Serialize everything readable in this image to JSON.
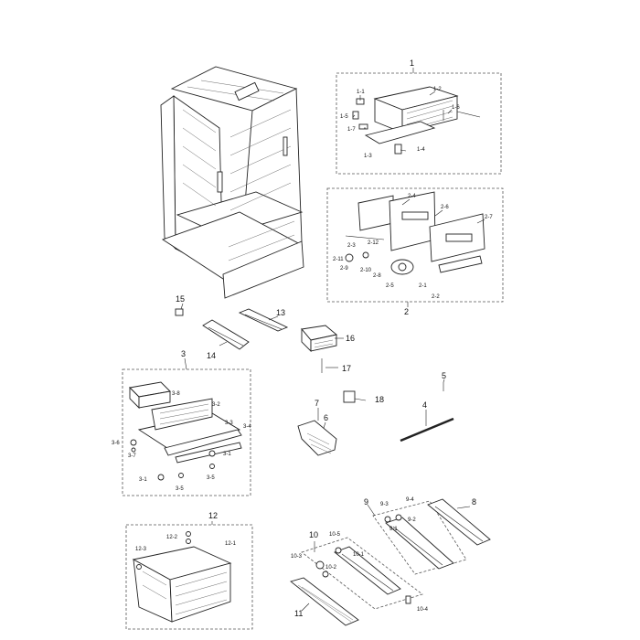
{
  "labels": {
    "l1": "1",
    "l1_1": "1-1",
    "l1_2": "1-2",
    "l1_3": "1-3",
    "l1_4": "1-4",
    "l1_5": "1-5",
    "l1_6": "1-6",
    "l1_7": "1-7",
    "l2": "2",
    "l2_1": "2-1",
    "l2_2": "2-2",
    "l2_3": "2-3",
    "l2_4": "2-4",
    "l2_5": "2-5",
    "l2_6": "2-6",
    "l2_7": "2-7",
    "l2_8": "2-8",
    "l2_9": "2-9",
    "l2_10": "2-10",
    "l2_11": "2-11",
    "l2_12": "2-12",
    "l3": "3",
    "l3_1a": "3-1",
    "l3_1b": "3-1",
    "l3_2": "3-2",
    "l3_3": "3-3",
    "l3_4": "3-4",
    "l3_5a": "3-5",
    "l3_5b": "3-5",
    "l3_6": "3-6",
    "l3_7": "3-7",
    "l3_8": "3-8",
    "l4": "4",
    "l5": "5",
    "l6": "6",
    "l7": "7",
    "l8": "8",
    "l9": "9",
    "l9_1": "9-1",
    "l9_2": "9-2",
    "l9_3": "9-3",
    "l9_4": "9-4",
    "l10": "10",
    "l10_1": "10-1",
    "l10_2": "10-2",
    "l10_3": "10-3",
    "l10_4": "10-4",
    "l10_5": "10-5",
    "l11": "11",
    "l12": "12",
    "l12_1": "12-1",
    "l12_2": "12-2",
    "l12_3": "12-3",
    "l13": "13",
    "l14": "14",
    "l15": "15",
    "l16": "16",
    "l17": "17",
    "l18": "18"
  }
}
